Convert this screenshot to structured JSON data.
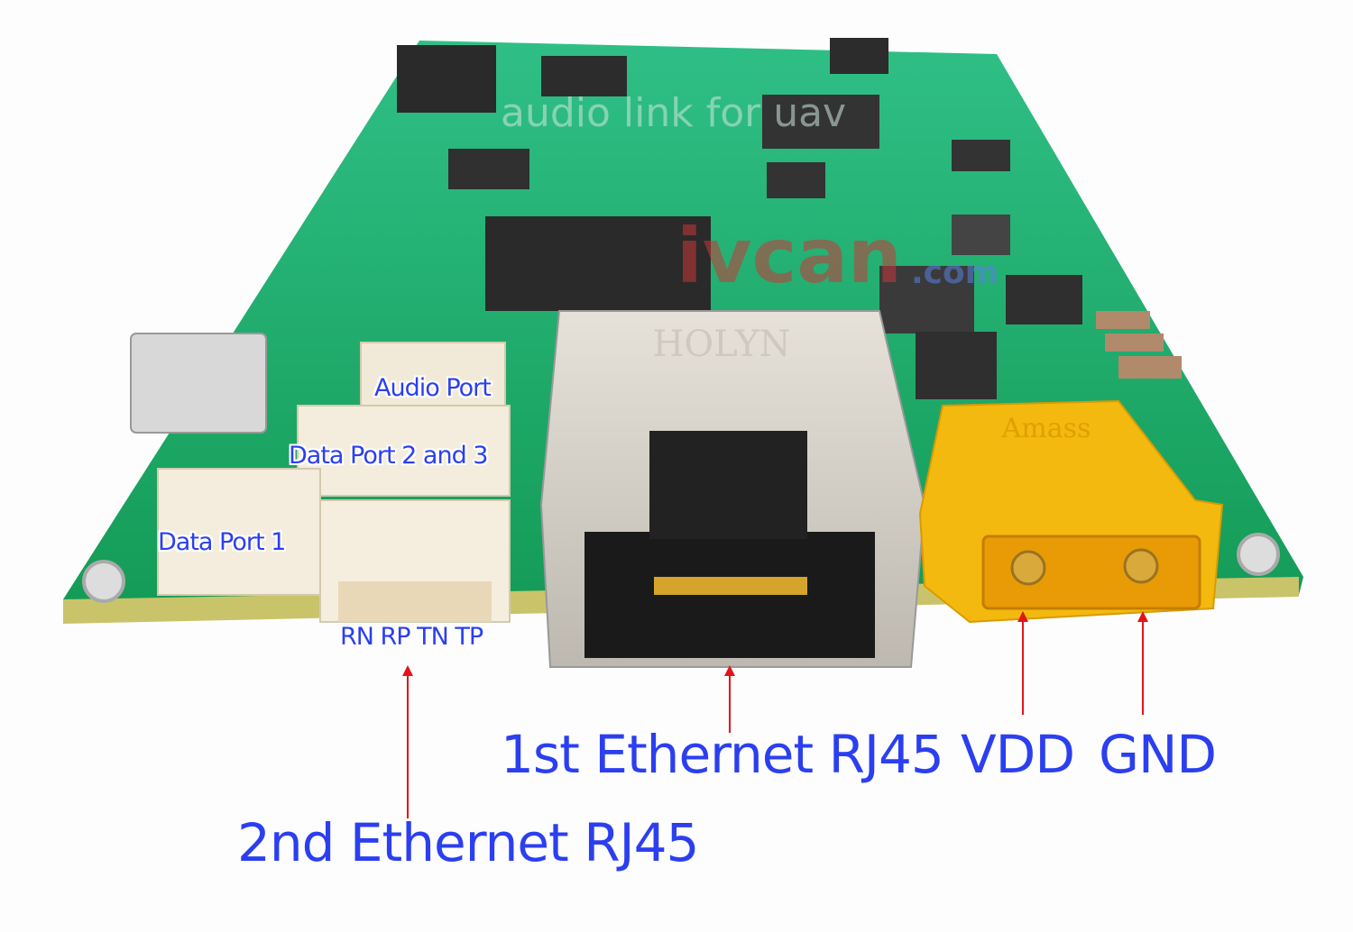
{
  "watermarks": {
    "top": "audio link for uav",
    "brand_main": "ivcan",
    "brand_suffix": ".com"
  },
  "labels": {
    "audio_port": "Audio Port",
    "data_port_2_3": "Data Port  2 and 3",
    "data_port_1": "Data Port 1",
    "rn_rp_tn_tp": "RN RP TN TP",
    "first_ethernet": "1st Ethernet RJ45",
    "vdd": "VDD",
    "gnd": "GND",
    "second_ethernet": "2nd Ethernet RJ45"
  },
  "component_markings": {
    "rj45": "HOLYN",
    "xt_connector": "Amass"
  },
  "colors": {
    "label_text": "#2b3ff0",
    "arrow": "#e3141a",
    "pcb": "#1fa76f",
    "connector_yellow": "#f3b90f"
  }
}
